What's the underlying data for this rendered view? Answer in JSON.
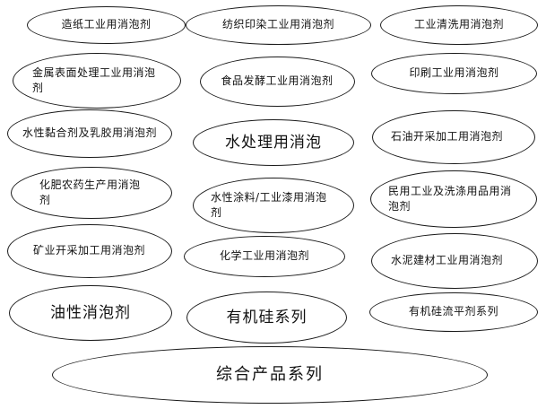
{
  "diagram": {
    "nodes": [
      {
        "id": "papermaking",
        "label": "造纸工业用消泡剂"
      },
      {
        "id": "textile",
        "label": "纺织印染工业用消泡剂"
      },
      {
        "id": "industrial-cleaning",
        "label": "工业清洗用消泡剂"
      },
      {
        "id": "metal-surface",
        "label": "金属表面处理工业用消泡剂"
      },
      {
        "id": "food-fermentation",
        "label": "食品发酵工业用消泡剂"
      },
      {
        "id": "printing",
        "label": "印刷工业用消泡剂"
      },
      {
        "id": "waterborne-adhesive",
        "label": "水性黏合剂及乳胶用消泡剂"
      },
      {
        "id": "water-treatment",
        "label": "水处理用消泡"
      },
      {
        "id": "petroleum",
        "label": "石油开采加工用消泡剂"
      },
      {
        "id": "fertilizer-pesticide",
        "label": "化肥农药生产用消泡剂"
      },
      {
        "id": "waterborne-coating",
        "label": "水性涂料/工业漆用消泡剂"
      },
      {
        "id": "civil-detergent",
        "label": "民用工业及洗涤用品用消泡剂"
      },
      {
        "id": "mining",
        "label": "矿业开采加工用消泡剂"
      },
      {
        "id": "chemical",
        "label": "化学工业用消泡剂"
      },
      {
        "id": "cement-building",
        "label": "水泥建材工业用消泡剂"
      },
      {
        "id": "oil-based",
        "label": "油性消泡剂"
      },
      {
        "id": "silicone",
        "label": "有机硅系列"
      },
      {
        "id": "silicone-leveling",
        "label": "有机硅流平剂系列"
      },
      {
        "id": "comprehensive",
        "label": "综合产品系列"
      }
    ]
  }
}
